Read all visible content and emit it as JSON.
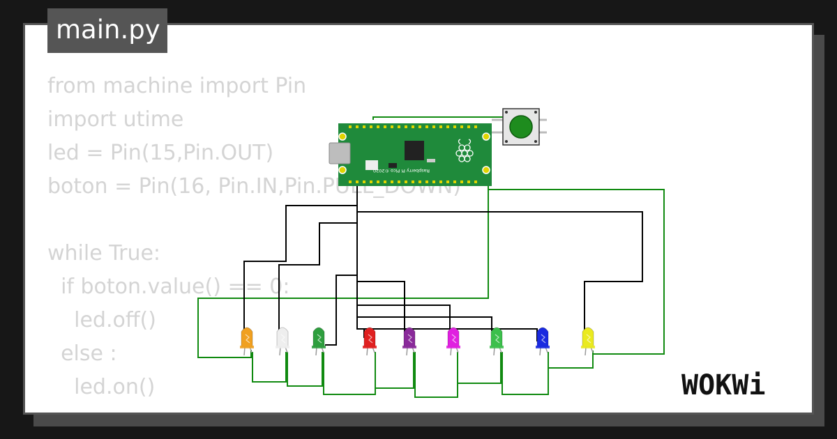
{
  "file_tab": {
    "label": "main.py"
  },
  "code_lines": [
    "from machine import Pin",
    "import utime",
    "led = Pin(15,Pin.OUT)",
    "boton = Pin(16, Pin.IN,Pin.PULL_DOWN)",
    "",
    "while True:",
    "  if boton.value() == 0:",
    "    led.off()",
    "  else :",
    "    led.on()"
  ],
  "board": {
    "label": "Raspberry Pi Pico ©2020",
    "colors": {
      "pcb": "#1f8a3b",
      "pin": "#e0d400",
      "chip": "#222222"
    }
  },
  "button": {
    "color": "#1e8c1e"
  },
  "leds": [
    {
      "name": "led-orange",
      "color": "#f0a020"
    },
    {
      "name": "led-white",
      "color": "#eeeeee"
    },
    {
      "name": "led-green-1",
      "color": "#2e9e3e"
    },
    {
      "name": "led-red",
      "color": "#e02020"
    },
    {
      "name": "led-purple",
      "color": "#8a2a9a"
    },
    {
      "name": "led-magenta",
      "color": "#e020e0"
    },
    {
      "name": "led-green-2",
      "color": "#3cbf4c"
    },
    {
      "name": "led-blue",
      "color": "#1a2ae0"
    },
    {
      "name": "led-yellow",
      "color": "#eaea20"
    }
  ],
  "wire_colors": {
    "signal": "#000000",
    "ground": "#108a10"
  },
  "logo": {
    "text": "WOKWi"
  }
}
